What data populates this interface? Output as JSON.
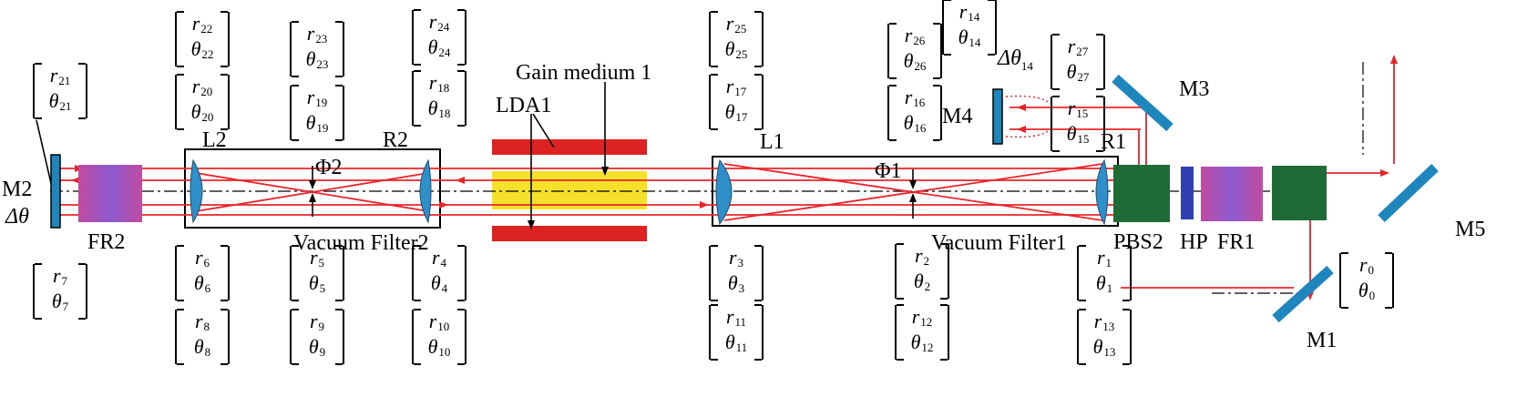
{
  "labels": {
    "m2": "M2",
    "delta_theta": "Δθ",
    "fr2": "FR2",
    "l2": "L2",
    "phi2": "Φ2",
    "r2": "R2",
    "vacuum_filter2": "Vacuum Filter2",
    "gain_medium_1": "Gain medium 1",
    "lda1": "LDA1",
    "l1": "L1",
    "phi1": "Φ1",
    "vacuum_filter1": "Vacuum Filter1",
    "m4": "M4",
    "delta_theta_14": "Δθ",
    "delta_theta_14_sub": "14",
    "m3": "M3",
    "r1": "R1",
    "pbs2": "PBS2",
    "hp": "HP",
    "fr1": "FR1",
    "m5": "M5",
    "m1": "M1"
  },
  "vectors": [
    {
      "r": "r",
      "t": "θ",
      "sub": "21"
    },
    {
      "r": "r",
      "t": "θ",
      "sub": "22"
    },
    {
      "r": "r",
      "t": "θ",
      "sub": "20"
    },
    {
      "r": "r",
      "t": "θ",
      "sub": "23"
    },
    {
      "r": "r",
      "t": "θ",
      "sub": "19"
    },
    {
      "r": "r",
      "t": "θ",
      "sub": "24"
    },
    {
      "r": "r",
      "t": "θ",
      "sub": "18"
    },
    {
      "r": "r",
      "t": "θ",
      "sub": "25"
    },
    {
      "r": "r",
      "t": "θ",
      "sub": "17"
    },
    {
      "r": "r",
      "t": "θ",
      "sub": "26"
    },
    {
      "r": "r",
      "t": "θ",
      "sub": "16"
    },
    {
      "r": "r",
      "t": "θ",
      "sub": "14"
    },
    {
      "r": "r",
      "t": "θ",
      "sub": "27"
    },
    {
      "r": "r",
      "t": "θ",
      "sub": "15"
    },
    {
      "r": "r",
      "t": "θ",
      "sub": "7"
    },
    {
      "r": "r",
      "t": "θ",
      "sub": "6"
    },
    {
      "r": "r",
      "t": "θ",
      "sub": "8"
    },
    {
      "r": "r",
      "t": "θ",
      "sub": "5"
    },
    {
      "r": "r",
      "t": "θ",
      "sub": "9"
    },
    {
      "r": "r",
      "t": "θ",
      "sub": "4"
    },
    {
      "r": "r",
      "t": "θ",
      "sub": "10"
    },
    {
      "r": "r",
      "t": "θ",
      "sub": "3"
    },
    {
      "r": "r",
      "t": "θ",
      "sub": "11"
    },
    {
      "r": "r",
      "t": "θ",
      "sub": "2"
    },
    {
      "r": "r",
      "t": "θ",
      "sub": "12"
    },
    {
      "r": "r",
      "t": "θ",
      "sub": "1"
    },
    {
      "r": "r",
      "t": "θ",
      "sub": "13"
    },
    {
      "r": "r",
      "t": "θ",
      "sub": "0"
    }
  ],
  "colors": {
    "beam": "#e8242a",
    "gain_medium": "#f5e12a",
    "pump_bar": "#dd2222",
    "optic": "#2f8fc8",
    "pbs": "#1f6b36",
    "half_wave_plate": "#3040b0",
    "faraday_rotator": "#a94bb0",
    "mirror": "#1e86bd"
  }
}
